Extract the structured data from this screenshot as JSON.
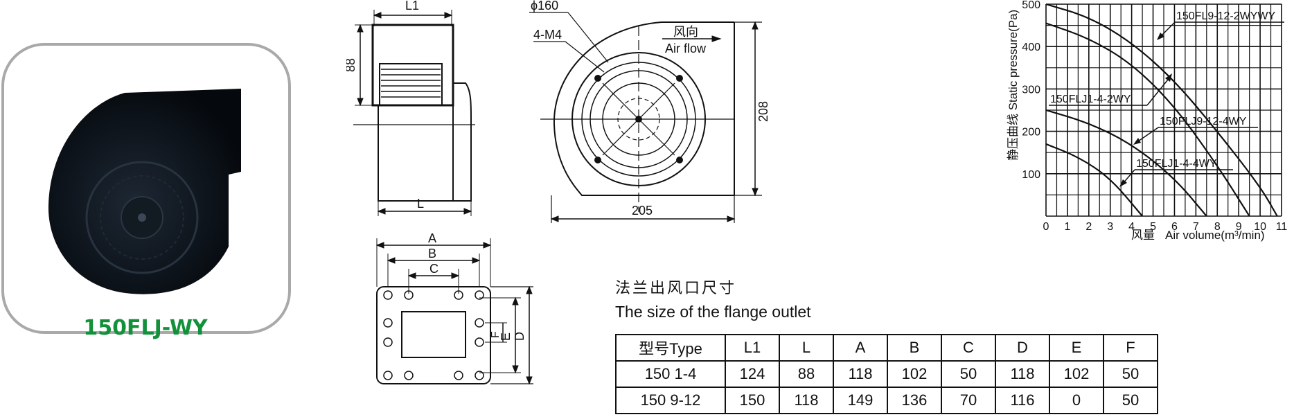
{
  "product": {
    "model_label": "150FLJ-WY"
  },
  "side_view": {
    "dim_top": "L1",
    "dim_height": "88",
    "dim_bottom": "L"
  },
  "front_view": {
    "dim_diameter": "ϕ160",
    "dim_holes": "4-M4",
    "airflow_cn": "风向",
    "airflow_en": "Air flow",
    "dim_height": "208",
    "dim_width": "205"
  },
  "flange_drawing": {
    "labels": [
      "A",
      "B",
      "C",
      "D",
      "E",
      "F"
    ]
  },
  "flange_section": {
    "title_cn": "法兰出风口尺寸",
    "title_en": "The size of the flange outlet",
    "headers": [
      "型号Type",
      "L1",
      "L",
      "A",
      "B",
      "C",
      "D",
      "E",
      "F"
    ],
    "rows": [
      [
        "150 1-4",
        "124",
        "88",
        "118",
        "102",
        "50",
        "118",
        "102",
        "50"
      ],
      [
        "150 9-12",
        "150",
        "118",
        "149",
        "136",
        "70",
        "116",
        "0",
        "50"
      ]
    ]
  },
  "performance_chart": {
    "y_label": "静压曲线 Static pressure(Pa)",
    "x_label_cn": "风量",
    "x_label_en": "Air volume(m³/min)",
    "y_ticks": [
      "100",
      "200",
      "300",
      "400",
      "500"
    ],
    "x_ticks": [
      "0",
      "1",
      "2",
      "3",
      "4",
      "5",
      "6",
      "7",
      "8",
      "9",
      "10",
      "11"
    ],
    "curve_labels": [
      "150FL9-12-2WYWY",
      "150FLJ1-4-2WY",
      "150FLJ9-12-4WY",
      "150FLJ1-4-4WY"
    ]
  },
  "chart_data": {
    "type": "line",
    "xlabel": "风量  Air volume(m³/min)",
    "ylabel": "静压曲线 Static pressure(Pa)",
    "xlim": [
      0,
      11
    ],
    "ylim": [
      0,
      500
    ],
    "grid": true,
    "series": [
      {
        "name": "150FL9-12-2WYWY",
        "x": [
          0,
          2,
          4,
          6,
          8,
          10,
          10.8
        ],
        "y": [
          500,
          470,
          410,
          320,
          200,
          70,
          0
        ]
      },
      {
        "name": "150FLJ1-4-2WY",
        "x": [
          0,
          2,
          4,
          6,
          8,
          9.5
        ],
        "y": [
          455,
          420,
          360,
          260,
          120,
          0
        ]
      },
      {
        "name": "150FLJ9-12-4WY",
        "x": [
          0,
          2,
          4,
          6,
          7.5
        ],
        "y": [
          250,
          220,
          170,
          90,
          0
        ]
      },
      {
        "name": "150FLJ1-4-4WY",
        "x": [
          0,
          1.5,
          3,
          4.5
        ],
        "y": [
          170,
          140,
          90,
          0
        ]
      }
    ]
  }
}
